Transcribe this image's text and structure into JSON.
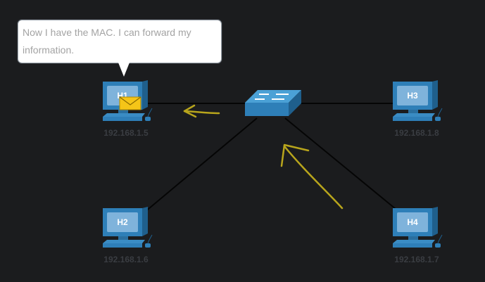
{
  "bubble": {
    "text": "Now I have the MAC. I can forward my information."
  },
  "hosts": [
    {
      "name": "H1",
      "ip": "192.168.1.5"
    },
    {
      "name": "H2",
      "ip": "192.168.1.6"
    },
    {
      "name": "H3",
      "ip": "192.168.1.8"
    },
    {
      "name": "H4",
      "ip": "192.168.1.7"
    }
  ],
  "icons": {
    "switch": "network-switch-icon",
    "envelope": "envelope-icon"
  },
  "colors": {
    "background": "#1b1c1e",
    "device": "#2e7fb8",
    "screen": "#7fb3db",
    "annotation": "#b8a51c",
    "ip_text": "#3a3d42"
  }
}
